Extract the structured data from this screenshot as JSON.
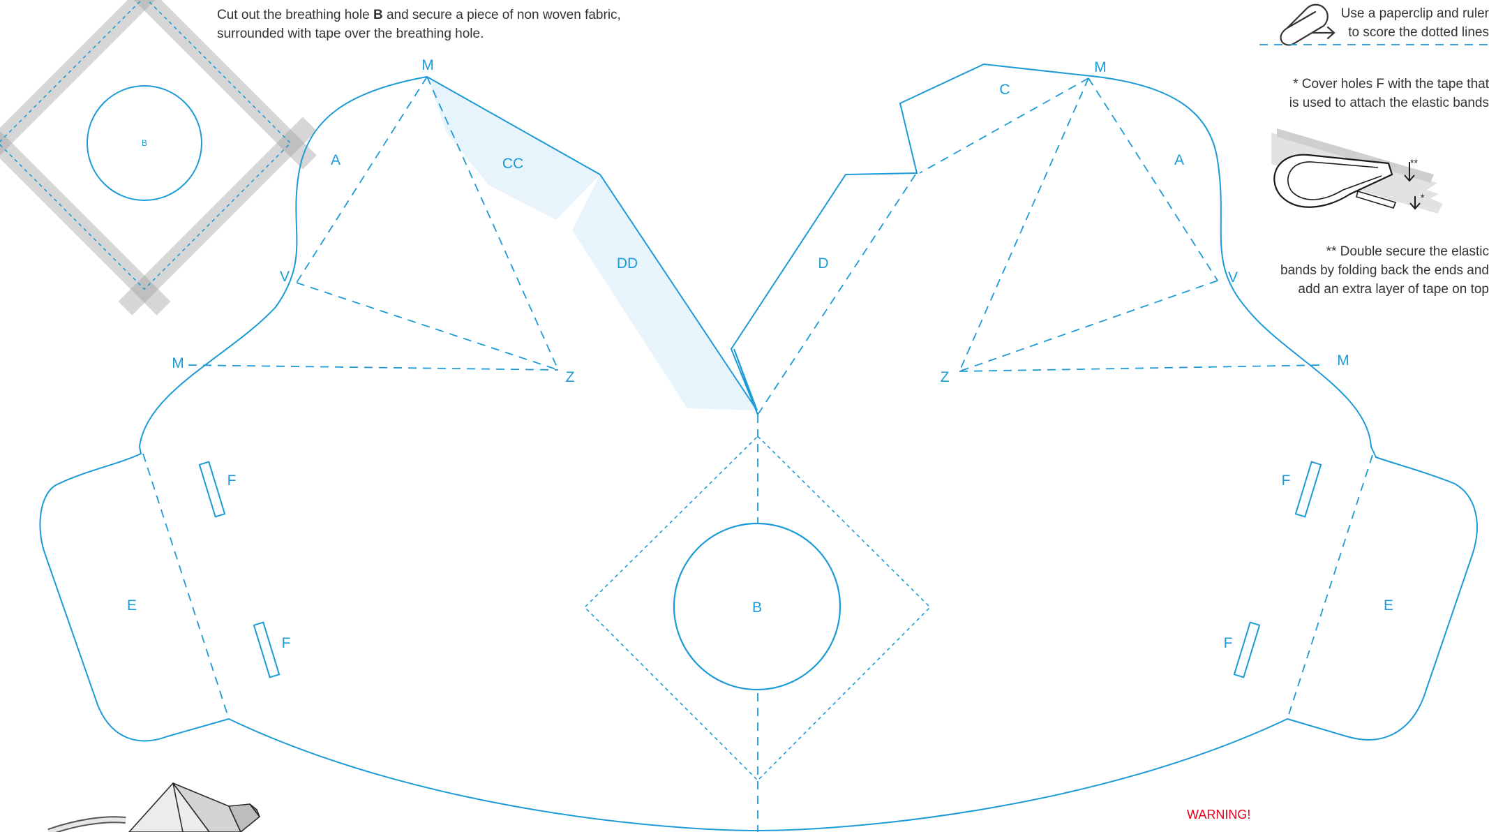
{
  "instructions": {
    "top_line1_pre": "Cut out the breathing hole ",
    "top_line1_bold": "B",
    "top_line1_post": " and secure a piece of non woven fabric,",
    "top_line2": "surrounded with tape over the breathing hole.",
    "score_line1": "Use a paperclip and ruler",
    "score_line2": "to score the dotted lines",
    "cover_line1": "* Cover holes F with the tape that",
    "cover_line2": "is used to attach the elastic bands",
    "double_line1": "** Double secure the elastic",
    "double_line2": "bands by folding back the ends and",
    "double_line3": "add an extra layer of tape on top",
    "elastic_marker_double": "**",
    "elastic_marker_single": "*",
    "warning": "WARNING!"
  },
  "detail_label": "B",
  "labels": {
    "m": "M",
    "a": "A",
    "v": "V",
    "z": "Z",
    "cc": "CC",
    "dd": "DD",
    "c": "C",
    "d": "D",
    "e": "E",
    "f": "F",
    "b": "B"
  },
  "colors": {
    "pattern_line": "#1c9ad6",
    "glue_flap": "#e8f4fc",
    "tape": "#d6d6d6",
    "text": "#333333",
    "warning": "#e3001b"
  },
  "icons": [
    "paperclip-icon",
    "arrow-right-icon",
    "elastic-band-icon",
    "mask-sketch-icon"
  ]
}
